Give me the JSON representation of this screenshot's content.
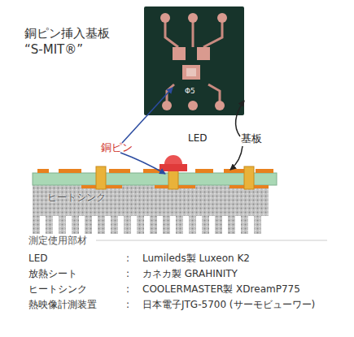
{
  "diagram": {
    "title": "銅ピン挿入基板 “S-MIT®”",
    "nodes": [
      {
        "text": [
          "Φ5"
        ]
      },
      {
        "text": [
          "ヒートシンク"
        ]
      }
    ],
    "labels": [
      "銅ピン",
      "LED",
      "基板",
      "測定使用部材",
      "LED",
      ":",
      "Lumileds製 Luxeon K2",
      "放熱シート",
      ":",
      "カネカ製 GRAHINITY",
      "ヒートシンク",
      ":",
      "COOLERMASTER製 XDreamP775",
      "熱映像計測装置",
      ":",
      "日本電子JTG-5700 (サーモビューワー)"
    ]
  }
}
